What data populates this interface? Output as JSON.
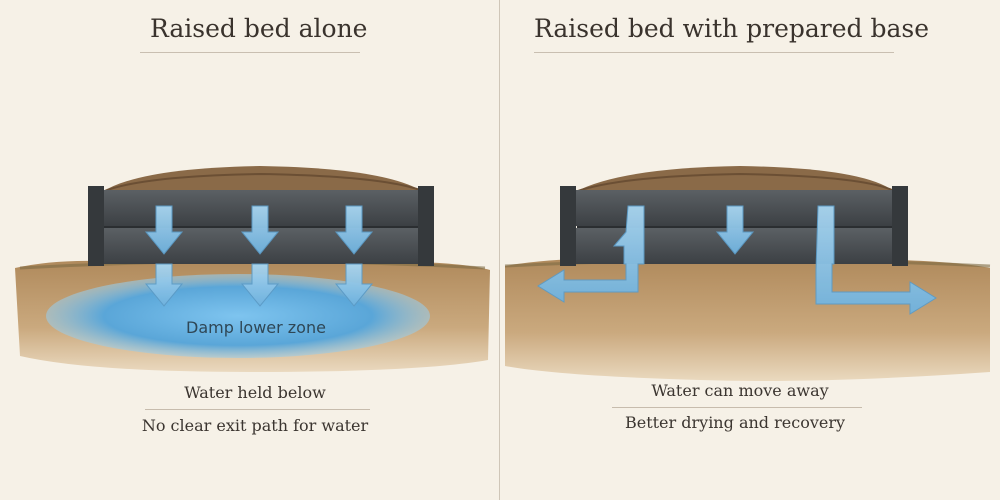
{
  "left_panel": {
    "title": "Raised bed alone",
    "zone_label": "Damp lower zone",
    "caption_primary": "Water held below",
    "caption_secondary": "No clear exit path for water"
  },
  "right_panel": {
    "title": "Raised bed with prepared base",
    "caption_primary": "Water can move away",
    "caption_secondary": "Better drying and recovery"
  },
  "colors": {
    "background": "#f6f1e7",
    "bed_wood": "#4b5054",
    "soil": "#8a6a48",
    "ground": "#c9a77c",
    "water": "#6fb3e0",
    "arrow": "#8fc5e8"
  },
  "icons": {
    "down_arrow": "down-arrow-icon",
    "bent_arrow": "bent-arrow-icon"
  }
}
